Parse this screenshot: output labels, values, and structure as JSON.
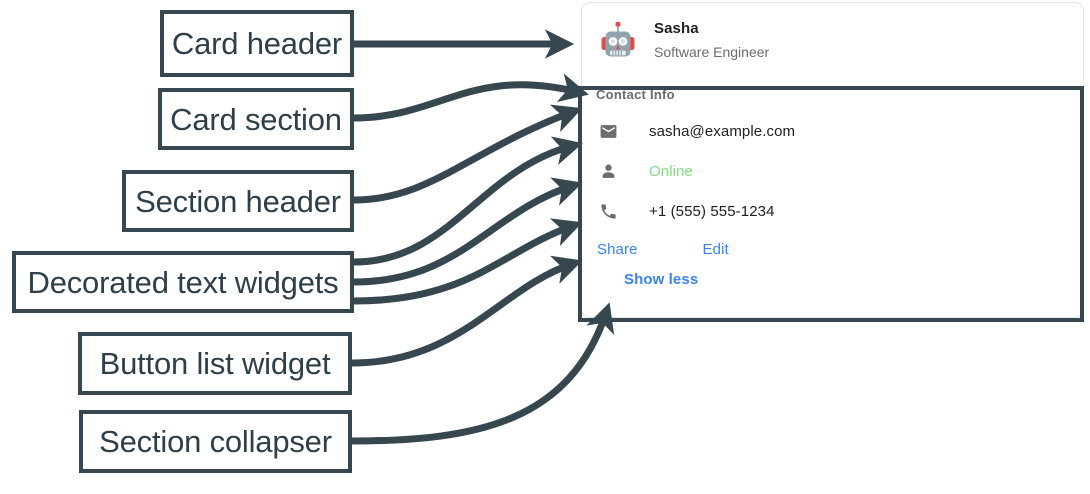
{
  "annotations": {
    "stroke_color": "#37474f",
    "labels": [
      {
        "id": "card-header",
        "text": "Card header"
      },
      {
        "id": "card-section",
        "text": "Card section"
      },
      {
        "id": "section-header",
        "text": "Section header"
      },
      {
        "id": "decorated-text",
        "text": "Decorated text widgets"
      },
      {
        "id": "button-list",
        "text": "Button list widget"
      },
      {
        "id": "section-collapser",
        "text": "Section collapser"
      }
    ]
  },
  "card": {
    "header": {
      "avatar_icon": "robot-avatar-icon",
      "title": "Sasha",
      "subtitle": "Software Engineer"
    },
    "section": {
      "header": "Contact Info",
      "widgets": [
        {
          "icon": "mail-icon",
          "text": "sasha@example.com",
          "color": "#202124"
        },
        {
          "icon": "person-icon",
          "text": "Online",
          "color": "#81dd81"
        },
        {
          "icon": "phone-icon",
          "text": "+1 (555) 555-1234",
          "color": "#202124"
        }
      ],
      "buttons": [
        {
          "label": "Share"
        },
        {
          "label": "Edit"
        }
      ],
      "collapser": {
        "label": "Show less"
      }
    }
  },
  "colors": {
    "annotation": "#37474f",
    "link": "#3b82f6",
    "status_online": "#81dd81",
    "muted_text": "#6c6c6c",
    "body_text": "#202124",
    "card_border": "#e3e3e3"
  }
}
